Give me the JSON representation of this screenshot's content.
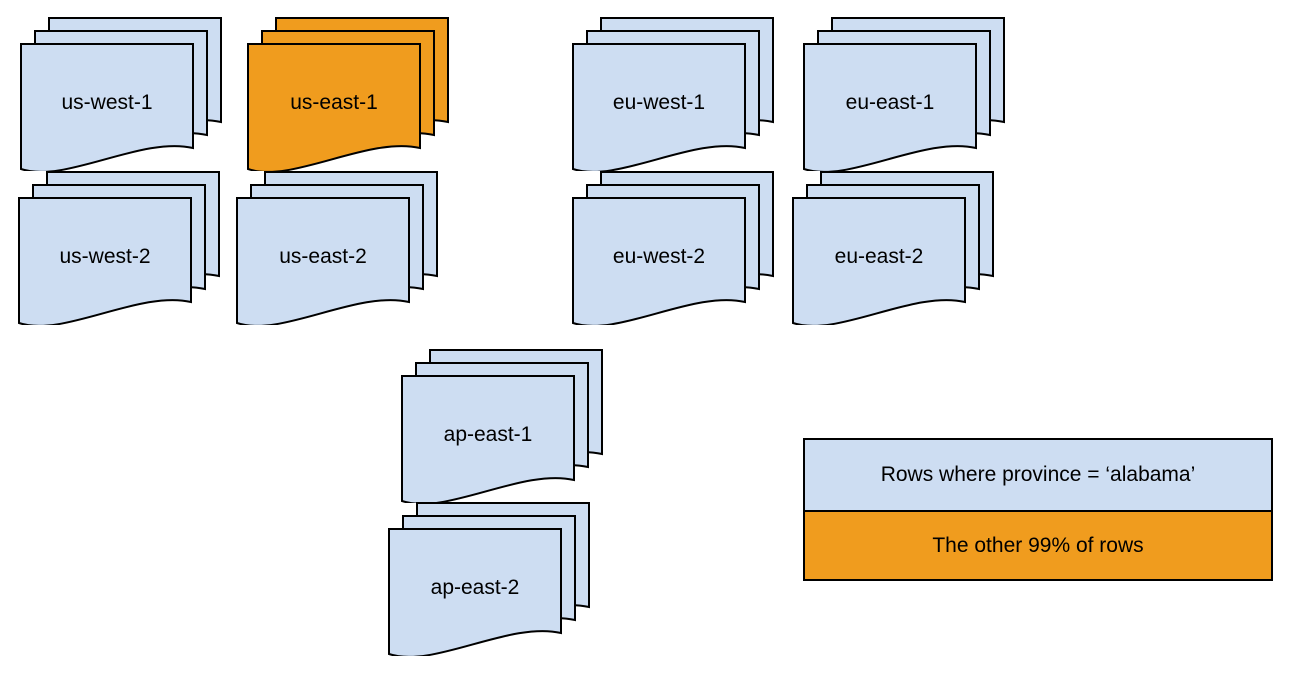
{
  "colors": {
    "doc_blue": "#cdddf2",
    "doc_orange": "#f09c1e",
    "stroke": "#000000"
  },
  "stacks": [
    {
      "label": "us-west-1",
      "color": "#cdddf2"
    },
    {
      "label": "us-east-1",
      "color": "#f09c1e"
    },
    {
      "label": "eu-west-1",
      "color": "#cdddf2"
    },
    {
      "label": "eu-east-1",
      "color": "#cdddf2"
    },
    {
      "label": "us-west-2",
      "color": "#cdddf2"
    },
    {
      "label": "us-east-2",
      "color": "#cdddf2"
    },
    {
      "label": "eu-west-2",
      "color": "#cdddf2"
    },
    {
      "label": "eu-east-2",
      "color": "#cdddf2"
    },
    {
      "label": "ap-east-1",
      "color": "#cdddf2"
    },
    {
      "label": "ap-east-2",
      "color": "#cdddf2"
    }
  ],
  "legend": {
    "items": [
      {
        "label": "Rows where province = ‘alabama’",
        "color": "#cdddf2"
      },
      {
        "label": "The other 99% of rows",
        "color": "#f09c1e"
      }
    ]
  }
}
